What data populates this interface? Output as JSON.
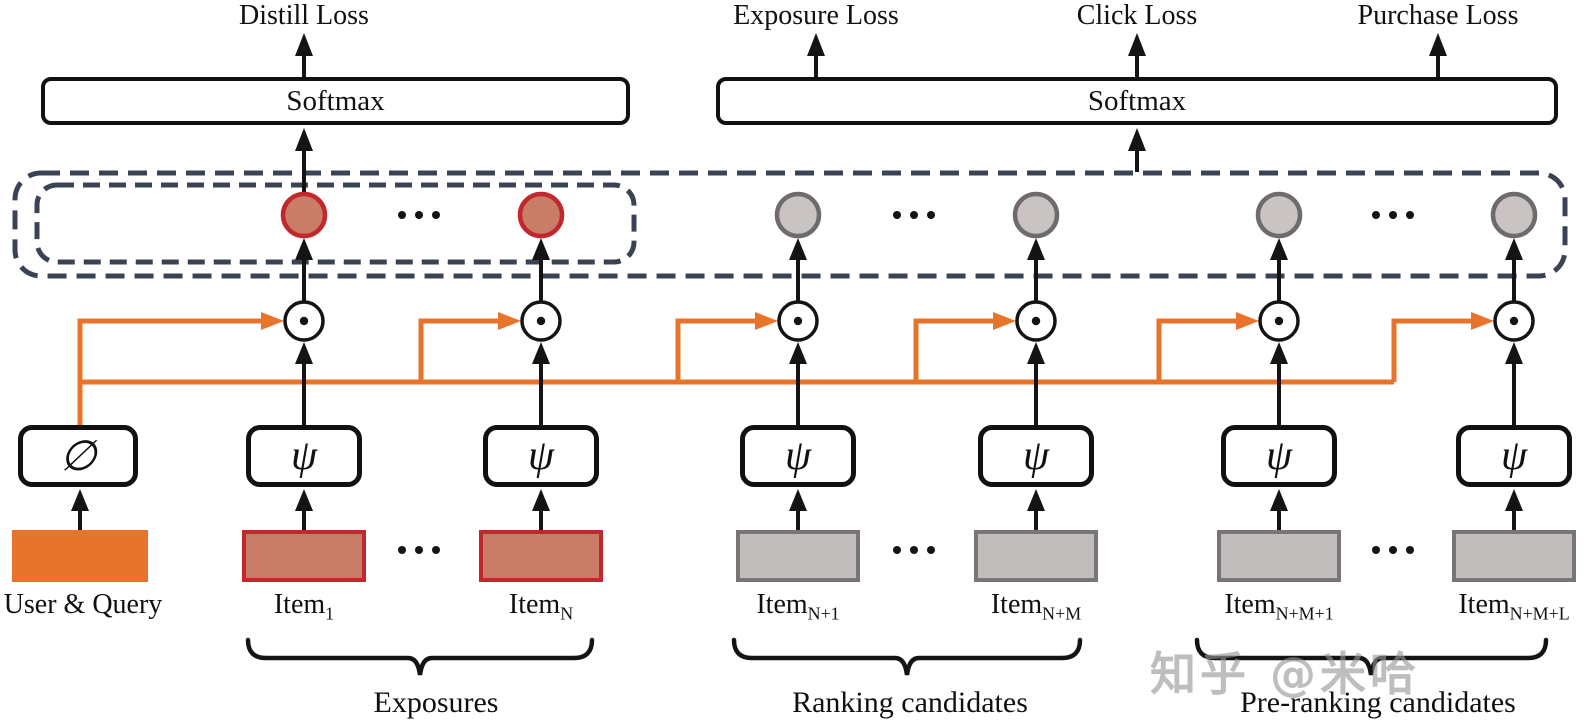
{
  "diagram": {
    "title_semantic": "privileged-distillation-ranking-architecture",
    "losses": [
      {
        "label": "Distill Loss"
      },
      {
        "label": "Exposure Loss"
      },
      {
        "label": "Click Loss"
      },
      {
        "label": "Purchase Loss"
      }
    ],
    "softmax_left": "Softmax",
    "softmax_right": "Softmax",
    "towers": {
      "user_symbol": "∅",
      "item_symbol": "ψ",
      "dot_product_symbol": "⊙"
    },
    "inputs": [
      {
        "label": "User & Query"
      },
      {
        "base": "Item",
        "sub": "1"
      },
      {
        "base": "Item",
        "sub": "N"
      },
      {
        "base": "Item",
        "sub": "N+1"
      },
      {
        "base": "Item",
        "sub": "N+M"
      },
      {
        "base": "Item",
        "sub": "N+M+1"
      },
      {
        "base": "Item",
        "sub": "N+M+L"
      }
    ],
    "groups": [
      {
        "label": "Exposures"
      },
      {
        "label": "Ranking candidates"
      },
      {
        "label": "Pre-ranking candidates"
      }
    ],
    "watermark": "知乎 @米哈",
    "ellipsis": "...",
    "colors": {
      "orange": "#E8742C",
      "red_border": "#C1272D",
      "red_fill": "#C97C67",
      "gray_border": "#6F6B6B",
      "gray_fill": "#C9C3C3",
      "dashed_box": "#3A4354",
      "line_black": "#141414"
    }
  }
}
